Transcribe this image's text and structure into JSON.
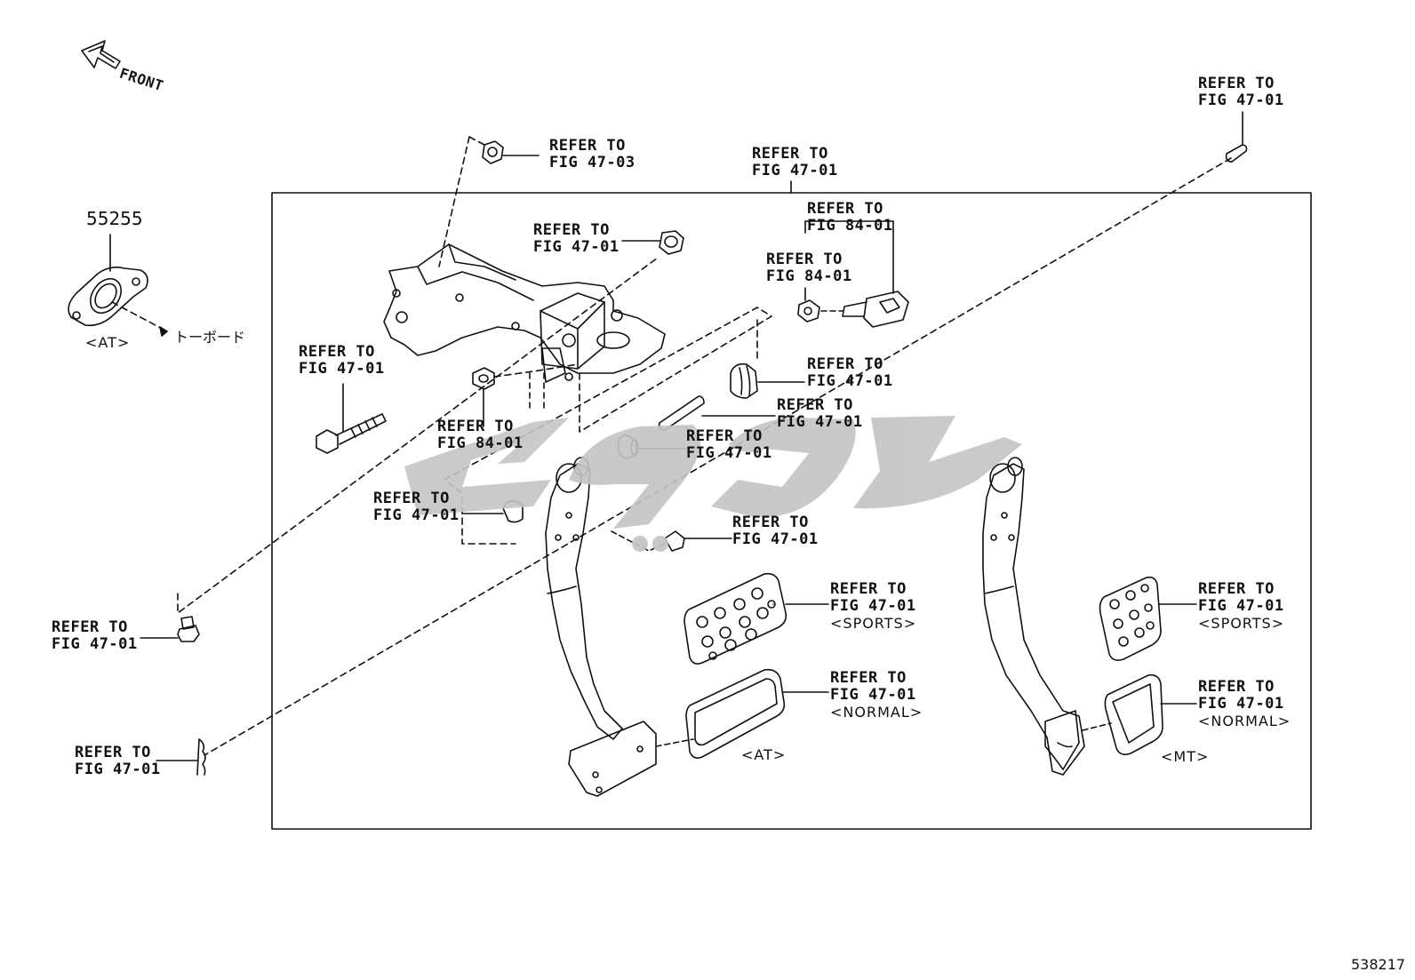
{
  "front_label": "FRONT",
  "part_number": "55255",
  "toboard_label": "トーボード",
  "figure_number": "538217",
  "labels": [
    {
      "id": "fig47-03-top",
      "line1": "REFER TO",
      "line2": "FIG 47-03"
    },
    {
      "id": "fig47-01-frame",
      "line1": "REFER TO",
      "line2": "FIG 47-01"
    },
    {
      "id": "fig47-01-topright",
      "line1": "REFER TO",
      "line2": "FIG 47-01"
    },
    {
      "id": "fig84-01-a",
      "line1": "REFER TO",
      "line2": "FIG 84-01"
    },
    {
      "id": "fig47-01-nut",
      "line1": "REFER TO",
      "line2": "FIG 47-01"
    },
    {
      "id": "fig84-01-b",
      "line1": "REFER TO",
      "line2": "FIG 84-01"
    },
    {
      "id": "fig47-01-bolt",
      "line1": "REFER TO",
      "line2": "FIG 47-01"
    },
    {
      "id": "fig47-01-bushing",
      "line1": "REFER TO",
      "line2": "FIG 47-01"
    },
    {
      "id": "fig84-01-nut",
      "line1": "REFER TO",
      "line2": "FIG 84-01"
    },
    {
      "id": "fig47-01-pin",
      "line1": "REFER TO",
      "line2": "FIG 47-01"
    },
    {
      "id": "fig47-01-collar",
      "line1": "REFER TO",
      "line2": "FIG 47-01"
    },
    {
      "id": "fig47-01-stopper",
      "line1": "REFER TO",
      "line2": "FIG 47-01"
    },
    {
      "id": "fig47-01-cushion",
      "line1": "REFER TO",
      "line2": "FIG 47-01"
    },
    {
      "id": "fig47-01-leftbolt",
      "line1": "REFER TO",
      "line2": "FIG 47-01"
    },
    {
      "id": "fig47-01-clip",
      "line1": "REFER TO",
      "line2": "FIG 47-01"
    },
    {
      "id": "fig47-01-sportsat",
      "line1": "REFER TO",
      "line2": "FIG 47-01",
      "line3": "<SPORTS>"
    },
    {
      "id": "fig47-01-normalat",
      "line1": "REFER TO",
      "line2": "FIG 47-01",
      "line3": "<NORMAL>"
    },
    {
      "id": "fig47-01-sportsmt",
      "line1": "REFER TO",
      "line2": "FIG 47-01",
      "line3": "<SPORTS>"
    },
    {
      "id": "fig47-01-normalmt",
      "line1": "REFER TO",
      "line2": "FIG 47-01",
      "line3": "<NORMAL>"
    }
  ],
  "variant_tags": {
    "at_left": "<AT>",
    "at_pedal": "<AT>",
    "mt_pedal": "<MT>"
  },
  "colors": {
    "line": "#111111",
    "watermark": "#c4c4c4",
    "background": "#ffffff"
  }
}
